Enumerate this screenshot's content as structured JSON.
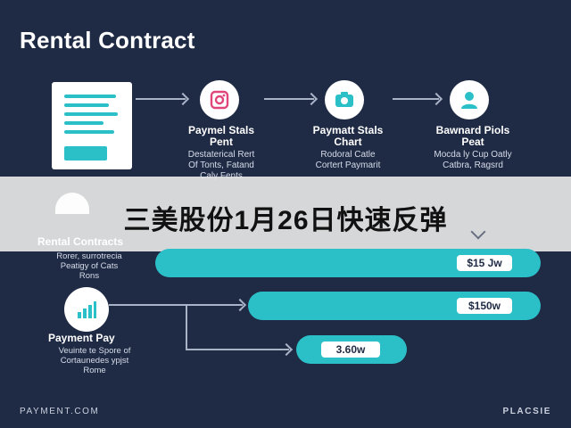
{
  "title": "Rental Contract",
  "steps": [
    {
      "title": "Paymel Stals\nPent",
      "desc": "Destaterical Rert\nOf Tonts, Fatand\nCaly Fents",
      "icon": "camera-square-icon"
    },
    {
      "title": "Paymatt Stals\nChart",
      "desc": "Rodoral Catle\nCortert Paymarit",
      "icon": "camera-icon"
    },
    {
      "title": "Bawnard Piols\nPeat",
      "desc": "Mocda ly Cup Oatly\nCatbra, Ragsrd",
      "icon": "user-icon"
    }
  ],
  "banner": "三美股份1月26日快速反弹",
  "rental": {
    "label": "Rental Contracts",
    "desc": "Rorer, surrotrecia\nPeatigy of Cats\nRons",
    "amount": "$15 Jw"
  },
  "payment": {
    "label": "Payment Pay",
    "desc": "Veuinte te Spore of\nCortaunedes ypjst\nRome",
    "amount": "$150w"
  },
  "third": {
    "amount": "3.60w"
  },
  "footer": {
    "left": "PAYMENT.COM",
    "right": "PLACSIE"
  },
  "colors": {
    "background": "#1f2a44",
    "accent": "#2bbfc7",
    "icon_pink": "#e0457b"
  }
}
